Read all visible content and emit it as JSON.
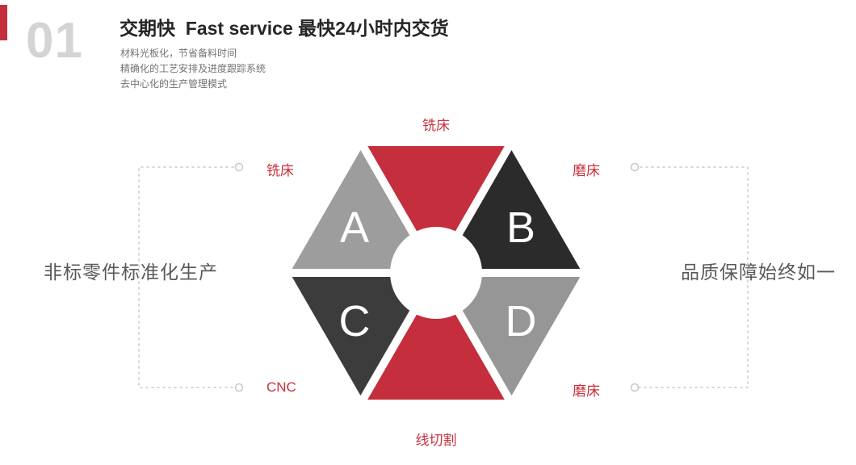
{
  "header": {
    "index": "01",
    "title": "交期快  Fast service 最快24小时内交货",
    "bullets": [
      "材料光板化，节省备料时间",
      "精确化的工艺安排及进度跟踪系统",
      "去中心化的生产管理模式"
    ]
  },
  "side_text": {
    "left": "非标零件标准化生产",
    "right": "品质保障始终如一"
  },
  "diagram": {
    "labels": {
      "top": "铣床",
      "left_top": "铣床",
      "right_top": "磨床",
      "left_bottom": "CNC",
      "right_bottom": "磨床",
      "bottom": "线切割"
    },
    "segments": [
      {
        "position": "top",
        "letter": "",
        "color": "#c42e3d"
      },
      {
        "position": "upper-left",
        "letter": "A",
        "color": "#9d9d9d"
      },
      {
        "position": "upper-right",
        "letter": "B",
        "color": "#2b2b2b"
      },
      {
        "position": "lower-left",
        "letter": "C",
        "color": "#3c3c3c"
      },
      {
        "position": "lower-right",
        "letter": "D",
        "color": "#969696"
      },
      {
        "position": "bottom",
        "letter": "",
        "color": "#c42e3d"
      }
    ]
  },
  "colors": {
    "accent_red": "#c42e3d",
    "label_red": "#c9303c",
    "dark_segment": "#2b2b2b",
    "gray_segment": "#9d9d9d",
    "index_gray": "#d4d4d4",
    "caption_gray": "#595959",
    "dashed_line": "#c8c8c8"
  }
}
